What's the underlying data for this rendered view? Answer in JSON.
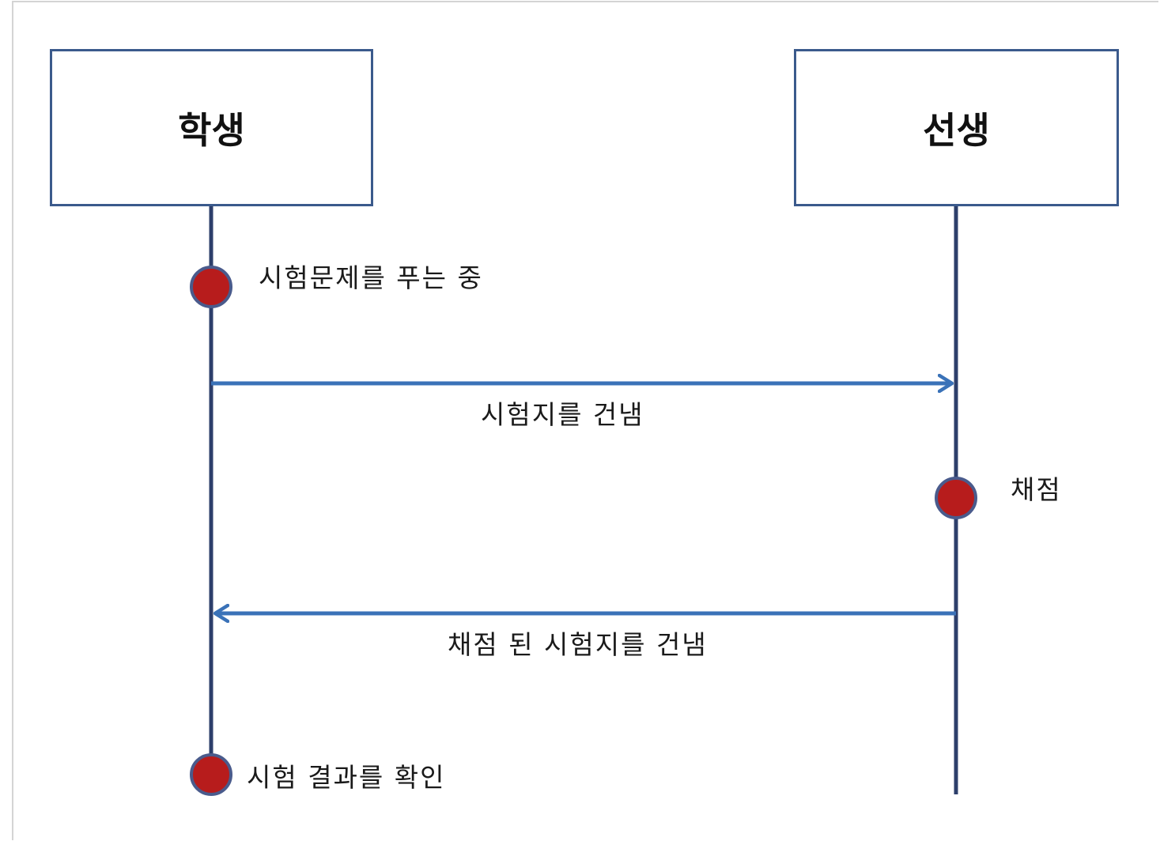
{
  "actors": {
    "student": "학생",
    "teacher": "선생"
  },
  "events": {
    "solving": "시험문제를 푸는 중",
    "grading": "채점",
    "check_result": "시험 결과를 확인"
  },
  "messages": {
    "submit": "시험지를 건냄",
    "return": "채점 된 시험지를 건냄"
  },
  "colors": {
    "lifeline": "#2d3f6b",
    "arrow": "#3a72b8",
    "dot_fill": "#b71c1c",
    "dot_stroke": "#4a5b8c",
    "box_border": "#3b5a8c"
  }
}
